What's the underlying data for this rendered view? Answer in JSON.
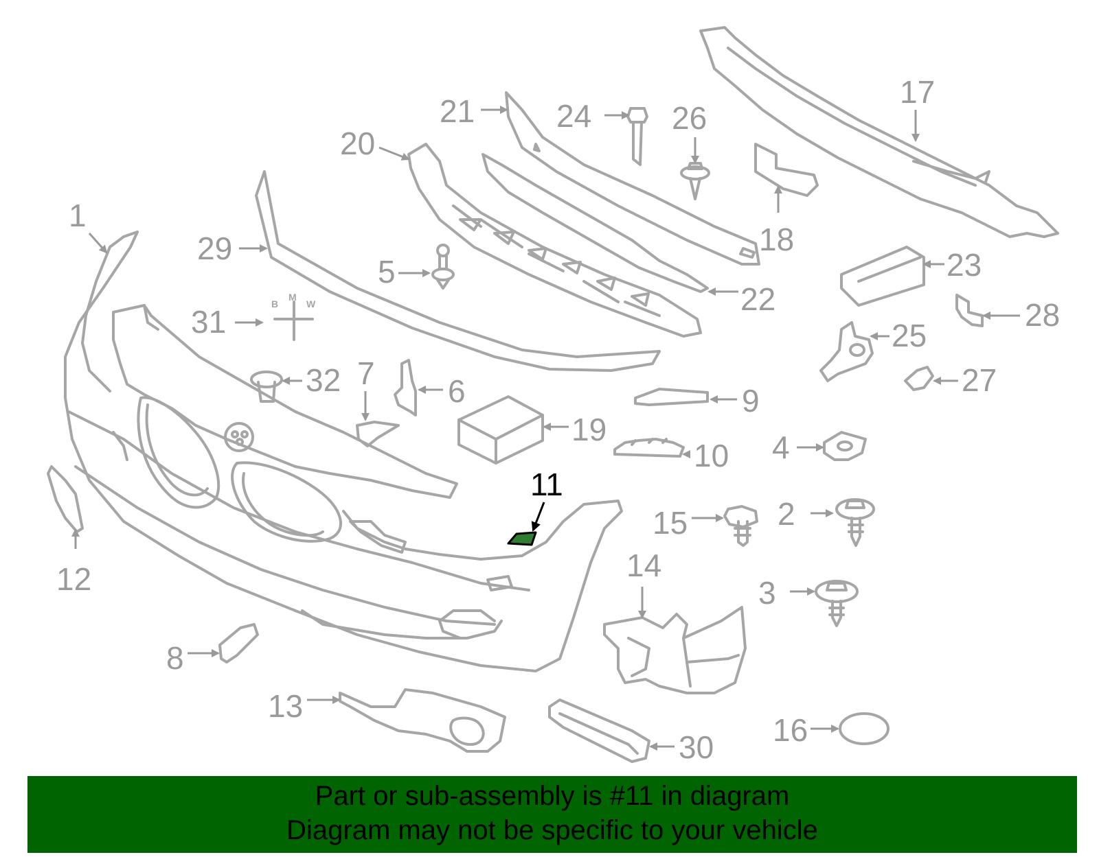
{
  "diagram": {
    "highlighted_part": "11",
    "highlight_color": "#2e7d32",
    "part_color": "#a6a6a6",
    "callouts": [
      {
        "id": "c1",
        "label": "1"
      },
      {
        "id": "c2",
        "label": "2"
      },
      {
        "id": "c3",
        "label": "3"
      },
      {
        "id": "c4",
        "label": "4"
      },
      {
        "id": "c5",
        "label": "5"
      },
      {
        "id": "c6",
        "label": "6"
      },
      {
        "id": "c7",
        "label": "7"
      },
      {
        "id": "c8",
        "label": "8"
      },
      {
        "id": "c9",
        "label": "9"
      },
      {
        "id": "c10",
        "label": "10"
      },
      {
        "id": "c11",
        "label": "11"
      },
      {
        "id": "c12",
        "label": "12"
      },
      {
        "id": "c13",
        "label": "13"
      },
      {
        "id": "c14",
        "label": "14"
      },
      {
        "id": "c15",
        "label": "15"
      },
      {
        "id": "c16",
        "label": "16"
      },
      {
        "id": "c17",
        "label": "17"
      },
      {
        "id": "c18",
        "label": "18"
      },
      {
        "id": "c19",
        "label": "19"
      },
      {
        "id": "c20",
        "label": "20"
      },
      {
        "id": "c21",
        "label": "21"
      },
      {
        "id": "c22",
        "label": "22"
      },
      {
        "id": "c23",
        "label": "23"
      },
      {
        "id": "c24",
        "label": "24"
      },
      {
        "id": "c25",
        "label": "25"
      },
      {
        "id": "c26",
        "label": "26"
      },
      {
        "id": "c27",
        "label": "27"
      },
      {
        "id": "c28",
        "label": "28"
      },
      {
        "id": "c29",
        "label": "29"
      },
      {
        "id": "c30",
        "label": "30"
      },
      {
        "id": "c31",
        "label": "31"
      },
      {
        "id": "c32",
        "label": "32"
      }
    ],
    "emblem_letters": [
      "B",
      "M",
      "W"
    ]
  },
  "banner": {
    "line1": "Part or sub-assembly is #11 in diagram",
    "line2": "Diagram may not be specific to your vehicle",
    "background": "#006400"
  }
}
